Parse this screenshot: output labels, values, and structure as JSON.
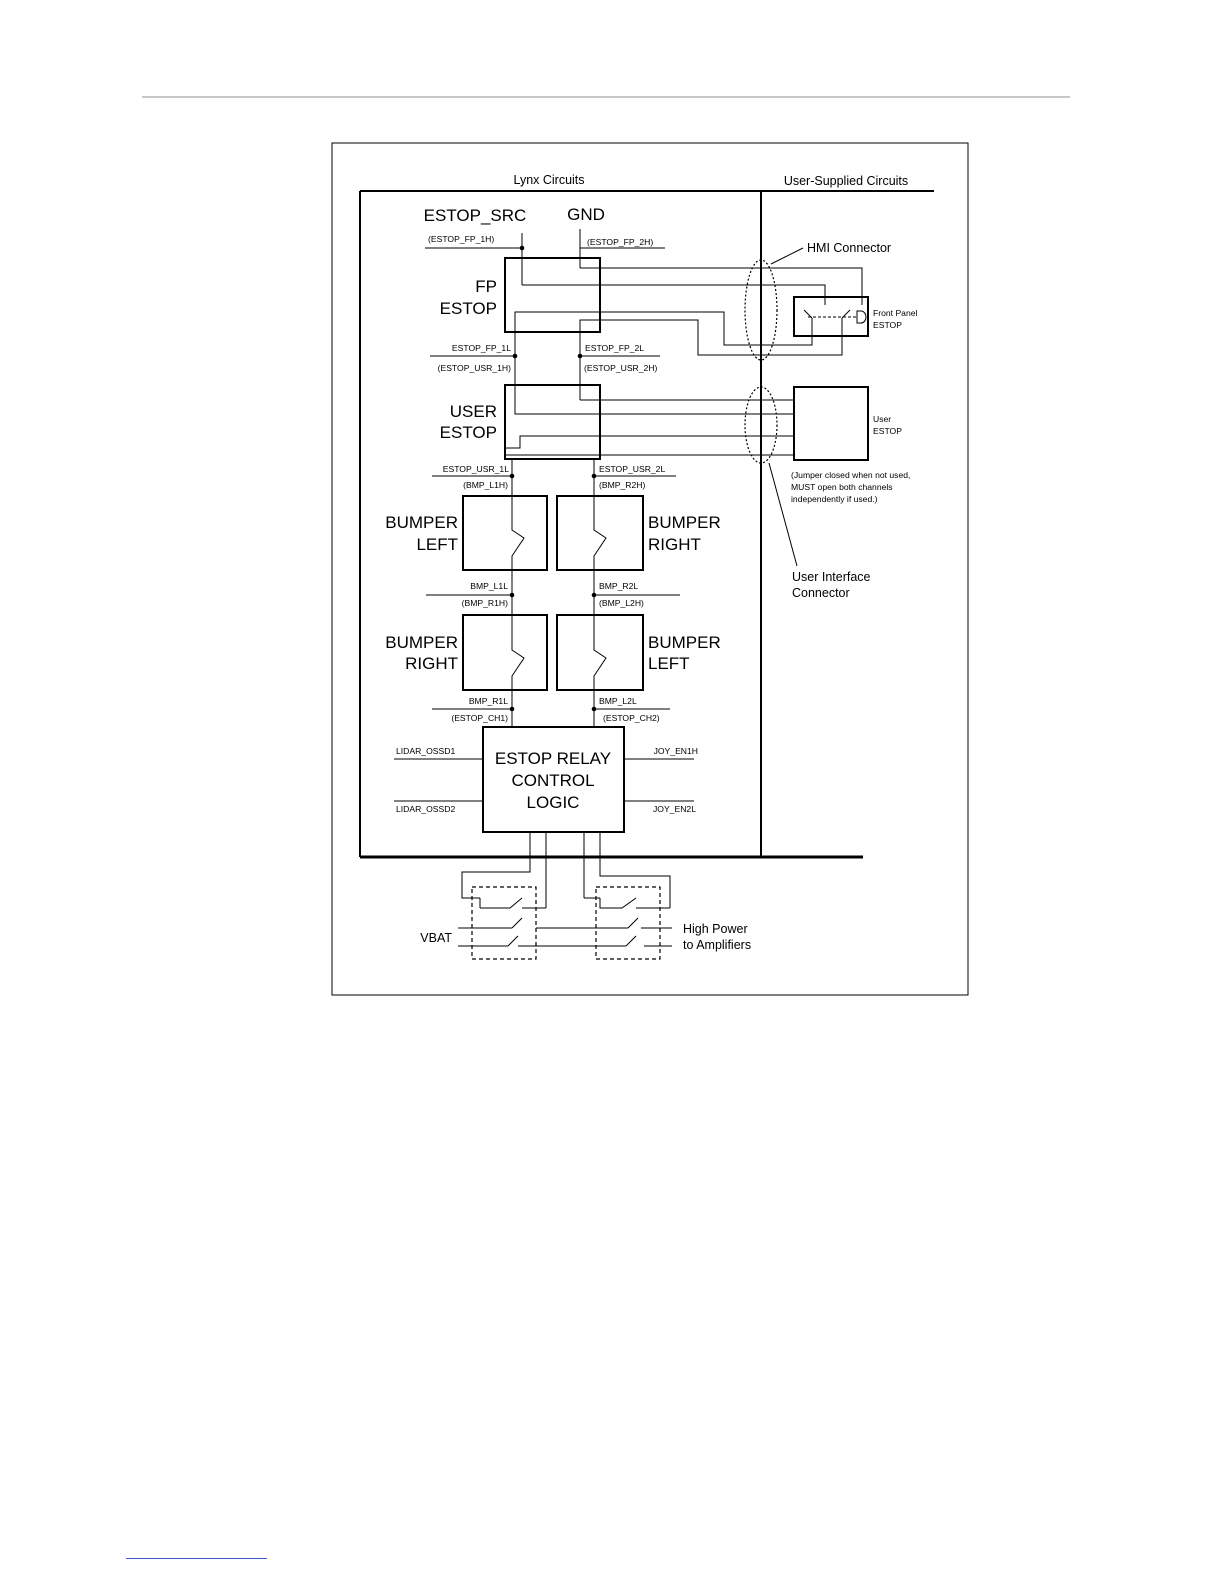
{
  "regions": {
    "lynx": "Lynx Circuits",
    "user": "User-Supplied Circuits"
  },
  "supply": {
    "estop_src": "ESTOP_SRC",
    "gnd": "GND"
  },
  "blocks": {
    "fp_line1": "FP",
    "fp_line2": "ESTOP",
    "user_line1": "USER",
    "user_line2": "ESTOP",
    "bumper_word": "BUMPER",
    "left_word": "LEFT",
    "right_word": "RIGHT",
    "relay_line1": "ESTOP RELAY",
    "relay_line2": "CONTROL",
    "relay_line3": "LOGIC"
  },
  "signals": {
    "fp_1h": "(ESTOP_FP_1H)",
    "fp_2h": "(ESTOP_FP_2H)",
    "fp_1l": "ESTOP_FP_1L",
    "fp_2l": "ESTOP_FP_2L",
    "usr_1h": "(ESTOP_USR_1H)",
    "usr_2h": "(ESTOP_USR_2H)",
    "usr_1l": "ESTOP_USR_1L",
    "usr_2l": "ESTOP_USR_2L",
    "bmp_l1h": "(BMP_L1H)",
    "bmp_r2h": "(BMP_R2H)",
    "bmp_l1l": "BMP_L1L",
    "bmp_r2l": "BMP_R2L",
    "bmp_r1h": "(BMP_R1H)",
    "bmp_l2h": "(BMP_L2H)",
    "bmp_r1l": "BMP_R1L",
    "bmp_l2l": "BMP_L2L",
    "estop_ch1": "(ESTOP_CH1)",
    "estop_ch2": "(ESTOP_CH2)",
    "lidar_ossd1": "LIDAR_OSSD1",
    "lidar_ossd2": "LIDAR_OSSD2",
    "joy_en1h": "JOY_EN1H",
    "joy_en2l": "JOY_EN2L"
  },
  "external": {
    "hmi_connector": "HMI Connector",
    "front_panel_line1": "Front Panel",
    "front_panel_line2": "ESTOP",
    "user_estop_line1": "User",
    "user_estop_line2": "ESTOP",
    "jumper_note_line1": "(Jumper closed when not used,",
    "jumper_note_line2": "MUST open both channels",
    "jumper_note_line3": "independently if used.)",
    "ui_connector_line1": "User Interface",
    "ui_connector_line2": "Connector"
  },
  "power": {
    "vbat": "VBAT",
    "high_power_line1": "High Power",
    "high_power_line2": "to Amplifiers"
  }
}
